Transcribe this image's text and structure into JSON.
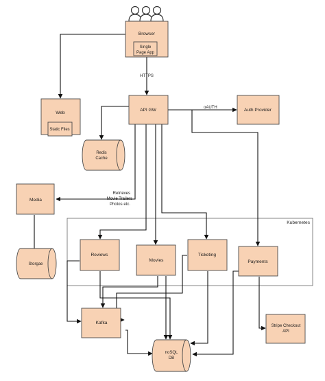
{
  "boundary": {
    "label": "Kubernetes"
  },
  "nodes": {
    "users": {
      "icon": "users-icon"
    },
    "browser": {
      "label": "Browser"
    },
    "spa": {
      "line1": "Single",
      "line2": "Page App"
    },
    "web": {
      "label": "Web"
    },
    "static_files": {
      "label": "Static Files"
    },
    "api_gw": {
      "label": "API GW"
    },
    "auth_provider": {
      "label": "Auth Provider"
    },
    "redis": {
      "line1": "Redis",
      "line2": "Cache"
    },
    "media": {
      "label": "Media"
    },
    "storage": {
      "label": "Storgae"
    },
    "reviews": {
      "label": "Reviews"
    },
    "movies": {
      "label": "Movies"
    },
    "ticketing": {
      "label": "Ticketing"
    },
    "payments": {
      "label": "Payments"
    },
    "kafka": {
      "label": "Kafka"
    },
    "nosql": {
      "line1": "noSQL",
      "line2": "DB"
    },
    "stripe": {
      "line1": "Stripe Checkout",
      "line2": "API"
    }
  },
  "edge_labels": {
    "https": "HTTPS",
    "oauth": "oAUTH",
    "media_line1": "Retrieves",
    "media_line2": "Movie Trailers",
    "media_line3": "Photos etc."
  }
}
